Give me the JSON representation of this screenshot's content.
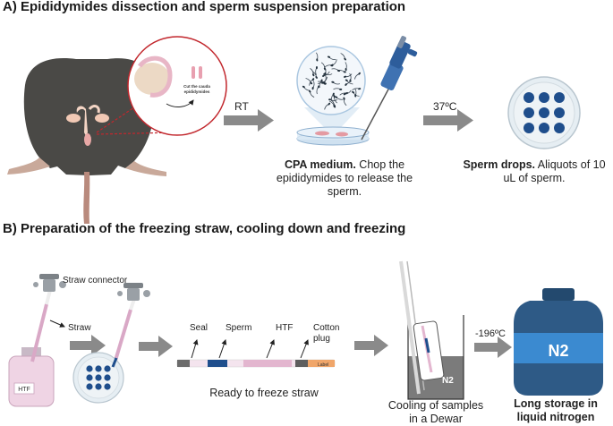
{
  "section_a": {
    "title": "A) Epididymides dissection and sperm suspension preparation",
    "inset_text_line1": "Cut the cauda",
    "inset_text_line2": "epididymides",
    "arrow1_label": "RT",
    "arrow2_label": "37ºC",
    "cpa_bold": "CPA medium.",
    "cpa_rest_line1": " Chop the",
    "cpa_line2": "epididymides to release the",
    "cpa_line3": "sperm.",
    "drops_bold": "Sperm drops.",
    "drops_rest_line1": " Aliquots of 10",
    "drops_line2": "uL of sperm."
  },
  "section_b": {
    "title": "B) Preparation of the freezing straw, cooling down and freezing",
    "straw_connector": "Straw connector",
    "straw": "Straw",
    "htf_bottle": "HTF",
    "parts": {
      "seal": "Seal",
      "sperm": "Sperm",
      "htf": "HTF",
      "cotton_line1": "Cotton",
      "cotton_line2": "plug",
      "label_tag": "Label"
    },
    "ready_caption": "Ready to freeze straw",
    "n2_dewar": "N2",
    "cooling_line1": "Cooling of samples",
    "cooling_line2": "in a Dewar",
    "temp_label": "-196ºC",
    "tank_label": "N2",
    "storage_line1": "Long storage in",
    "storage_line2": "liquid nitrogen"
  },
  "colors": {
    "arrow_gray": "#8a8a8a",
    "sperm_dot_blue": "#1f4e8c",
    "straw_pink": "#e3b6cf",
    "tank_blue": "#2e5a86",
    "tank_band": "#3b8ad0",
    "inset_border": "#c2272d"
  }
}
